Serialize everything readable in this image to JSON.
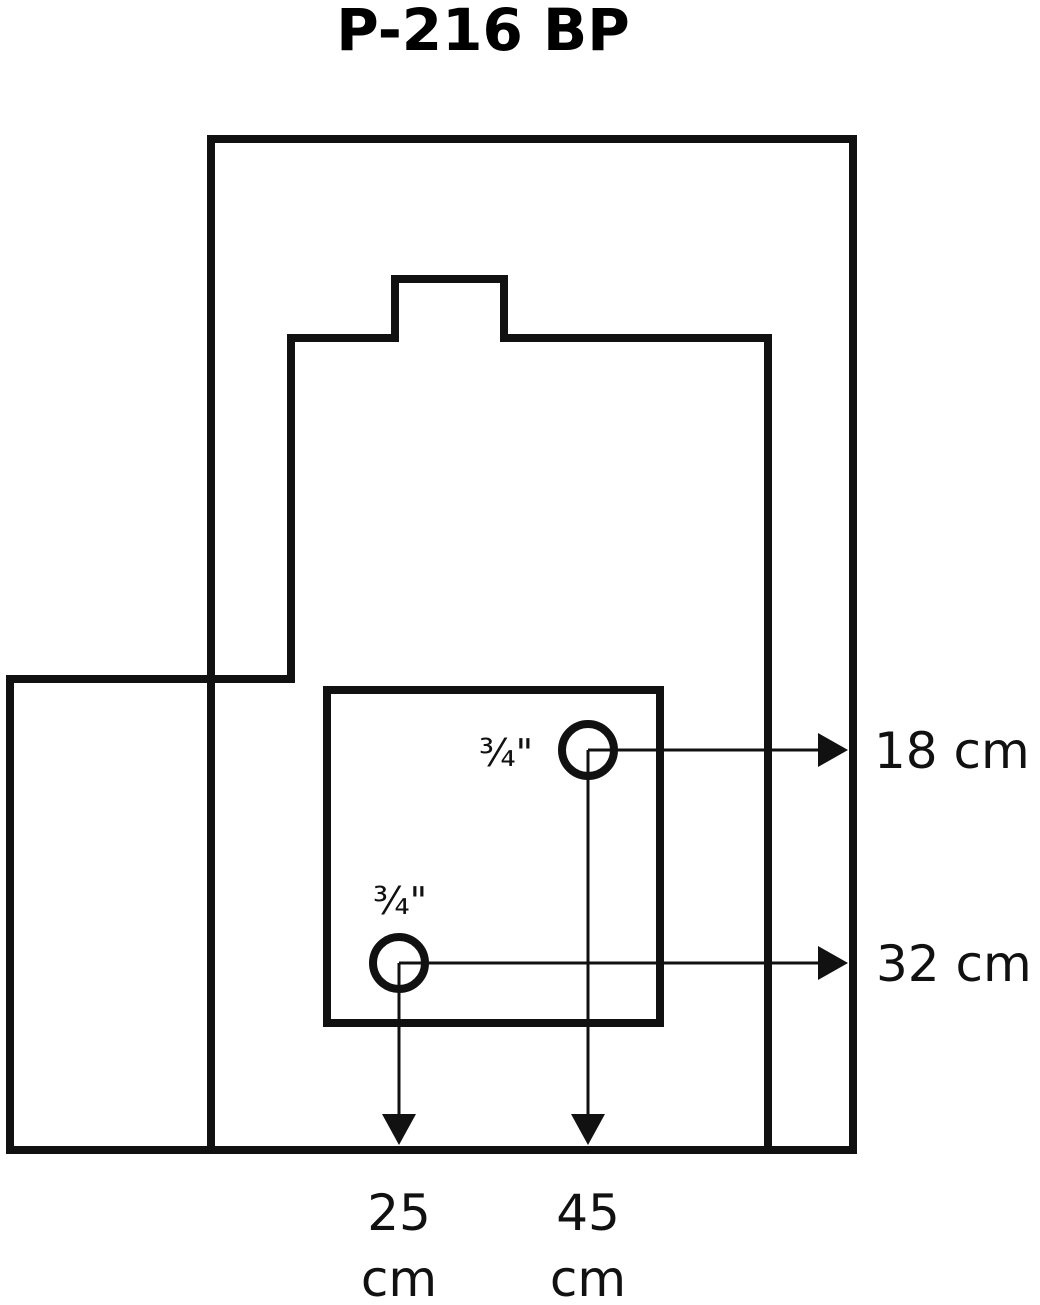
{
  "title": "P-216 BP",
  "outlets": [
    {
      "fitting": "¾\"",
      "horizontal_label": "18 cm",
      "vertical_label_value": "45",
      "vertical_label_unit": "cm"
    },
    {
      "fitting": "¾\"",
      "horizontal_label": "32 cm",
      "vertical_label_value": "25",
      "vertical_label_unit": "cm"
    }
  ]
}
